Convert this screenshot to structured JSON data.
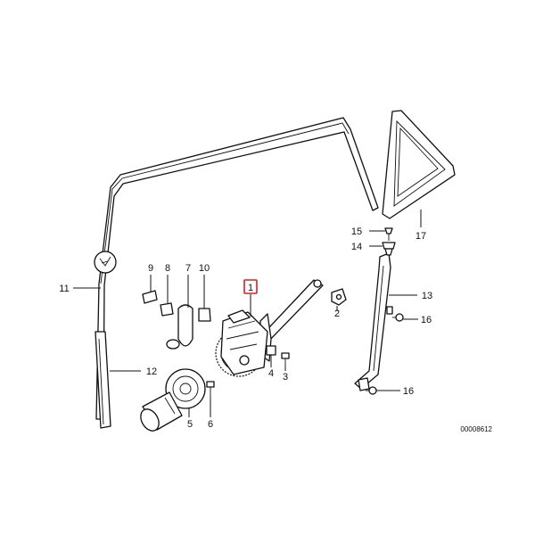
{
  "diagram": {
    "callouts": [
      {
        "id": "c1",
        "text": "1"
      },
      {
        "id": "c2",
        "text": "2"
      },
      {
        "id": "c3",
        "text": "3"
      },
      {
        "id": "c4",
        "text": "4"
      },
      {
        "id": "c5",
        "text": "5"
      },
      {
        "id": "c6",
        "text": "6"
      },
      {
        "id": "c7",
        "text": "7"
      },
      {
        "id": "c8",
        "text": "8"
      },
      {
        "id": "c9",
        "text": "9"
      },
      {
        "id": "c10",
        "text": "10"
      },
      {
        "id": "c11",
        "text": "11"
      },
      {
        "id": "c12",
        "text": "12"
      },
      {
        "id": "c13",
        "text": "13"
      },
      {
        "id": "c14",
        "text": "14"
      },
      {
        "id": "c15",
        "text": "15"
      },
      {
        "id": "c16a",
        "text": "16"
      },
      {
        "id": "c16b",
        "text": "16"
      },
      {
        "id": "c17",
        "text": "17"
      }
    ],
    "highlight_color": "#d62020",
    "reference_number": "00008612"
  }
}
